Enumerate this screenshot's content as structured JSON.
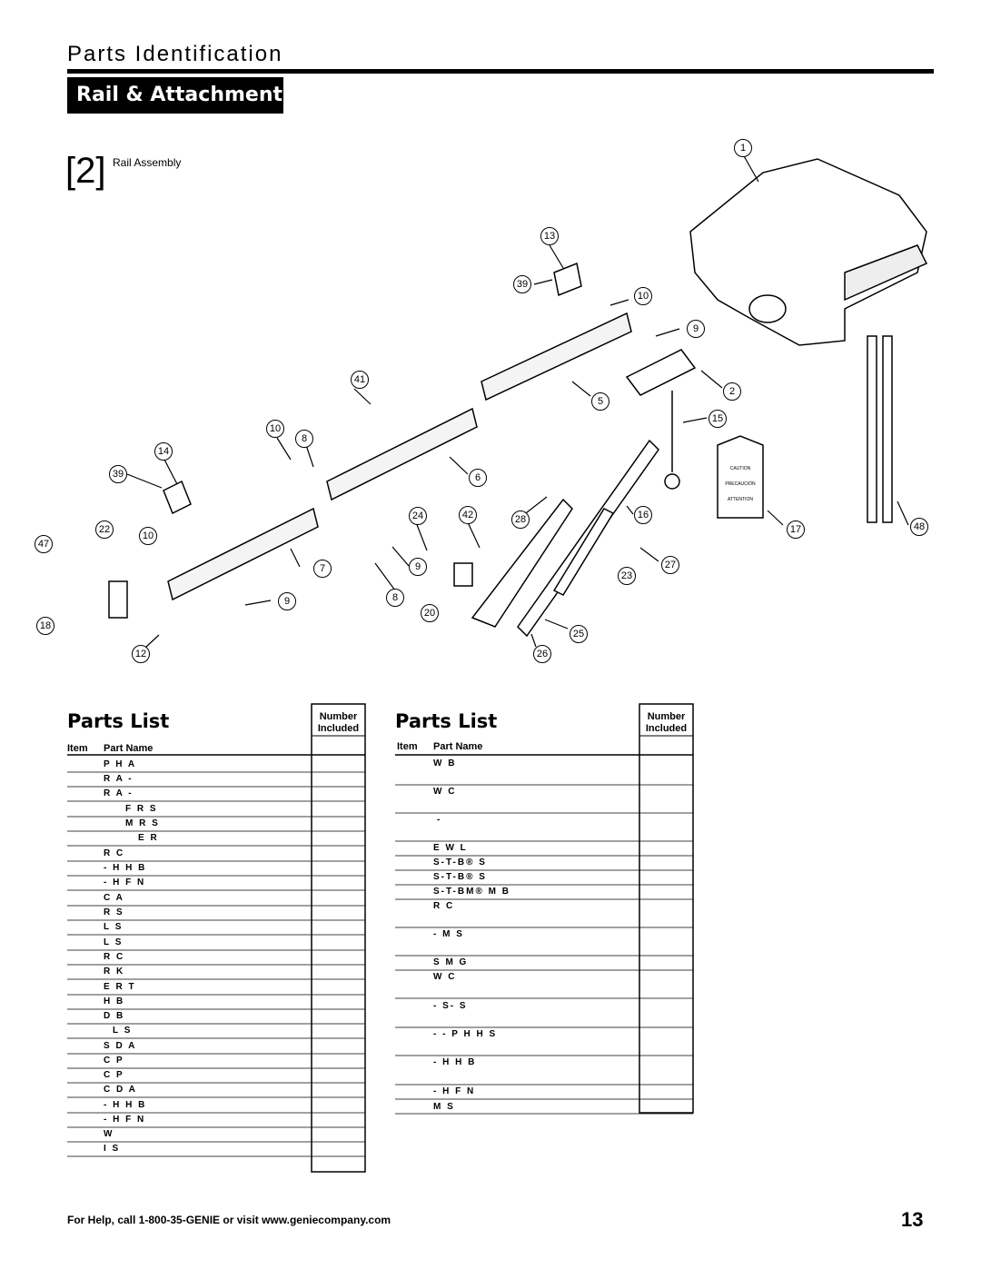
{
  "header": {
    "title": "Parts Identification",
    "section": "Rail & Attachments"
  },
  "figure": {
    "number": "[2]",
    "caption": "Rail Assembly",
    "callouts": [
      "1",
      "13",
      "39",
      "10",
      "9",
      "41",
      "2",
      "5",
      "15",
      "10",
      "8",
      "14",
      "39",
      "6",
      "24",
      "42",
      "28",
      "16",
      "17",
      "48",
      "47",
      "22",
      "10",
      "7",
      "9",
      "27",
      "23",
      "9",
      "8",
      "20",
      "25",
      "18",
      "12",
      "26"
    ],
    "tag_lines": [
      "CAUTION",
      "PRECAUCIÓN",
      "ATTENTION"
    ]
  },
  "parts_list_left": {
    "title": "Parts List",
    "number_included": "Number Included",
    "col_item": "Item",
    "col_part_name": "Part Name",
    "rows": [
      "P H A",
      "R A -",
      "R A -",
      "F R S",
      "M R S",
      "E R",
      "R C",
      "-   H H B",
      "- H F N",
      "C A",
      "R S",
      "L S",
      "L S",
      "R C",
      "R K",
      "E R T",
      "H B",
      "D B",
      "L S",
      "S D A",
      "C P",
      "C P",
      "C D A",
      "-   H H B",
      "- H F N",
      "W",
      "I S"
    ]
  },
  "parts_list_right": {
    "title": "Parts List",
    "number_included": "Number Included",
    "col_item": "Item",
    "col_part_name": "Part Name",
    "rows": [
      "W B",
      "W C",
      "-",
      "E W L",
      "S-T-B® S",
      "S-T-B® S",
      "S-T-BM® M B",
      "R C",
      "-   M S",
      "S M G",
      "W C",
      "-   S- S",
      "- - P H H S",
      "-   H H B",
      "- H F N",
      "M S"
    ]
  },
  "footer": {
    "help_text": "For Help, call 1-800-35-GENIE or visit www.geniecompany.com",
    "page_number": "13"
  }
}
